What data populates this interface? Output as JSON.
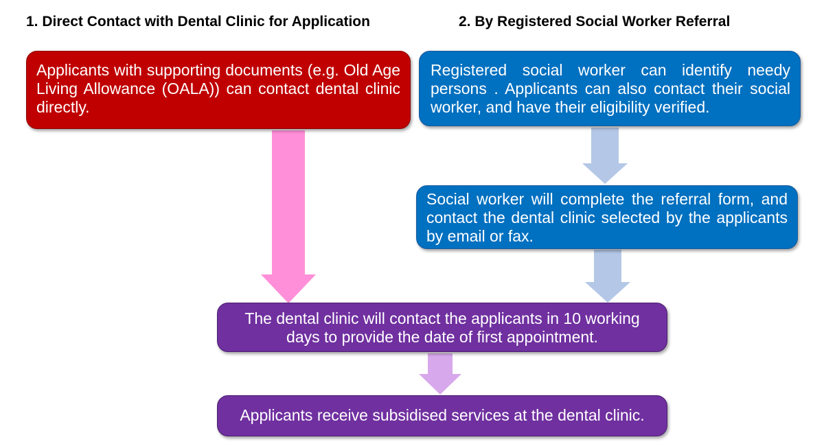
{
  "headings": {
    "direct": "1. Direct Contact with Dental Clinic for Application",
    "referral": "2. By Registered Social Worker Referral"
  },
  "boxes": {
    "direct_contact": "Applicants with supporting documents (e.g. Old Age Living Allowance (OALA)) can contact dental clinic directly.",
    "social_worker_identify": "Registered social worker can identify needy persons . Applicants can also contact their social worker, and have their eligibility verified.",
    "referral_form": "Social worker will complete the referral form, and contact the dental clinic selected by the applicants by email or fax.",
    "clinic_contact": "The dental clinic will contact the applicants in 10 working days to provide the date of first appointment.",
    "receive_services": "Applicants receive subsidised services at the dental clinic."
  },
  "colors": {
    "red_box": "#c00000",
    "blue_box": "#0070c0",
    "purple_box": "#7030a0",
    "pink_arrow": "#ff8fd8",
    "light_blue_arrow": "#b4c7e7",
    "lavender_arrow": "#d8a8ec"
  }
}
